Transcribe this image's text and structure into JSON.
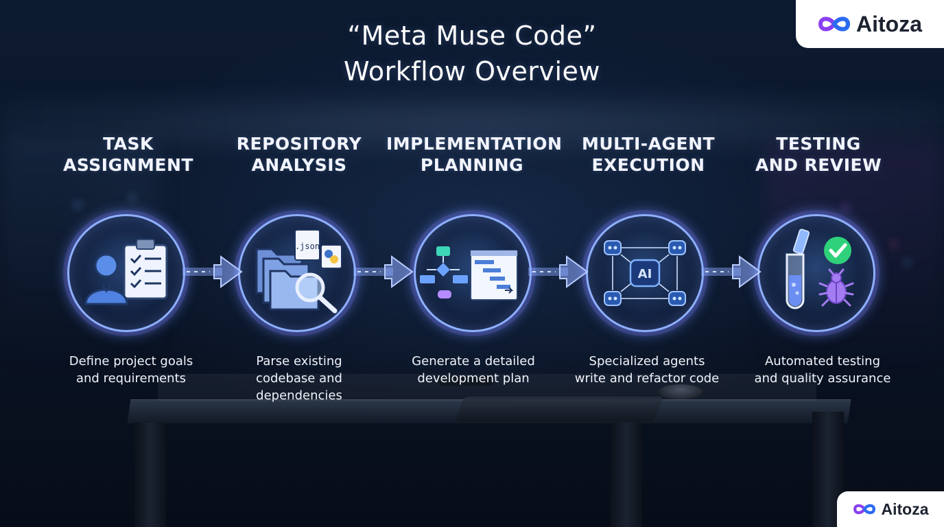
{
  "title": {
    "line1": "“Meta Muse Code”",
    "line2": "Workflow Overview"
  },
  "logo": {
    "text": "Aitoza",
    "icon": "infinity-logo-icon",
    "colors": {
      "purple": "#8a3ff2",
      "blue": "#2a6cf0"
    }
  },
  "steps": [
    {
      "heading": [
        "TASK",
        "ASSIGNMENT"
      ],
      "description": [
        "Define project goals",
        "and requirements"
      ],
      "icon": "user-clipboard-icon"
    },
    {
      "heading": [
        "REPOSITORY",
        "ANALYSIS"
      ],
      "description": [
        "Parse existing",
        "codebase and",
        "dependencies"
      ],
      "icon": "folder-search-icon",
      "file_label": ".json"
    },
    {
      "heading": [
        "IMPLEMENTATION",
        "PLANNING"
      ],
      "description": [
        "Generate a detailed",
        "development plan"
      ],
      "icon": "flowchart-gantt-icon"
    },
    {
      "heading": [
        "MULTI-AGENT",
        "EXECUTION"
      ],
      "description": [
        "Specialized agents",
        "write and refactor code"
      ],
      "icon": "ai-agents-network-icon",
      "center_label": "AI"
    },
    {
      "heading": [
        "TESTING",
        "AND REVIEW"
      ],
      "description": [
        "Automated testing",
        "and quality assurance"
      ],
      "icon": "test-tube-check-bug-icon"
    }
  ],
  "colors": {
    "ring": "#8fb0ff",
    "glow": "#6e8cff",
    "accent_purple": "#b48cff",
    "accent_blue": "#5aa8ff",
    "check_green": "#2fd17a",
    "background": "#07101f"
  }
}
